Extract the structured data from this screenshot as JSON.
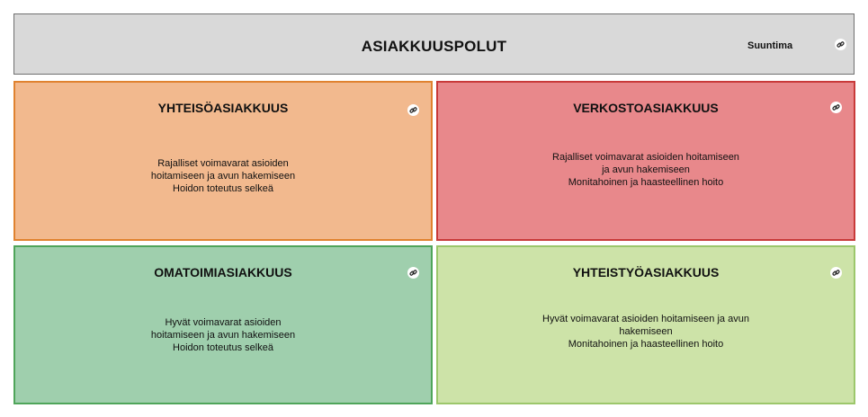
{
  "header": {
    "title": "ASIAKKUUSPOLUT",
    "subtitle": "Suuntima"
  },
  "cards": [
    {
      "title": "YHTEISÖASIAKKUUS",
      "lines": [
        "Rajalliset voimavarat asioiden",
        "hoitamiseen ja avun hakemiseen",
        "Hoidon toteutus selkeä"
      ],
      "fill": "#f2b98e",
      "border": "#e0822f"
    },
    {
      "title": "VERKOSTOASIAKKUUS",
      "lines": [
        "Rajalliset voimavarat asioiden hoitamiseen",
        "ja avun hakemiseen",
        "Monitahoinen ja haasteellinen hoito"
      ],
      "fill": "#e8888b",
      "border": "#c83a3a"
    },
    {
      "title": "OMATOIMIASIAKKUUS",
      "lines": [
        "Hyvät voimavarat asioiden",
        "hoitamiseen ja avun hakemiseen",
        "Hoidon toteutus selkeä"
      ],
      "fill": "#9fcfad",
      "border": "#4fa55a"
    },
    {
      "title": "YHTEISTYÖASIAKKUUS",
      "lines": [
        "Hyvät voimavarat asioiden hoitamiseen ja avun",
        "hakemiseen",
        "Monitahoinen ja haasteellinen hoito"
      ],
      "fill": "#cde3a8",
      "border": "#9cc76b"
    }
  ],
  "icons": {
    "link": "link-icon"
  }
}
